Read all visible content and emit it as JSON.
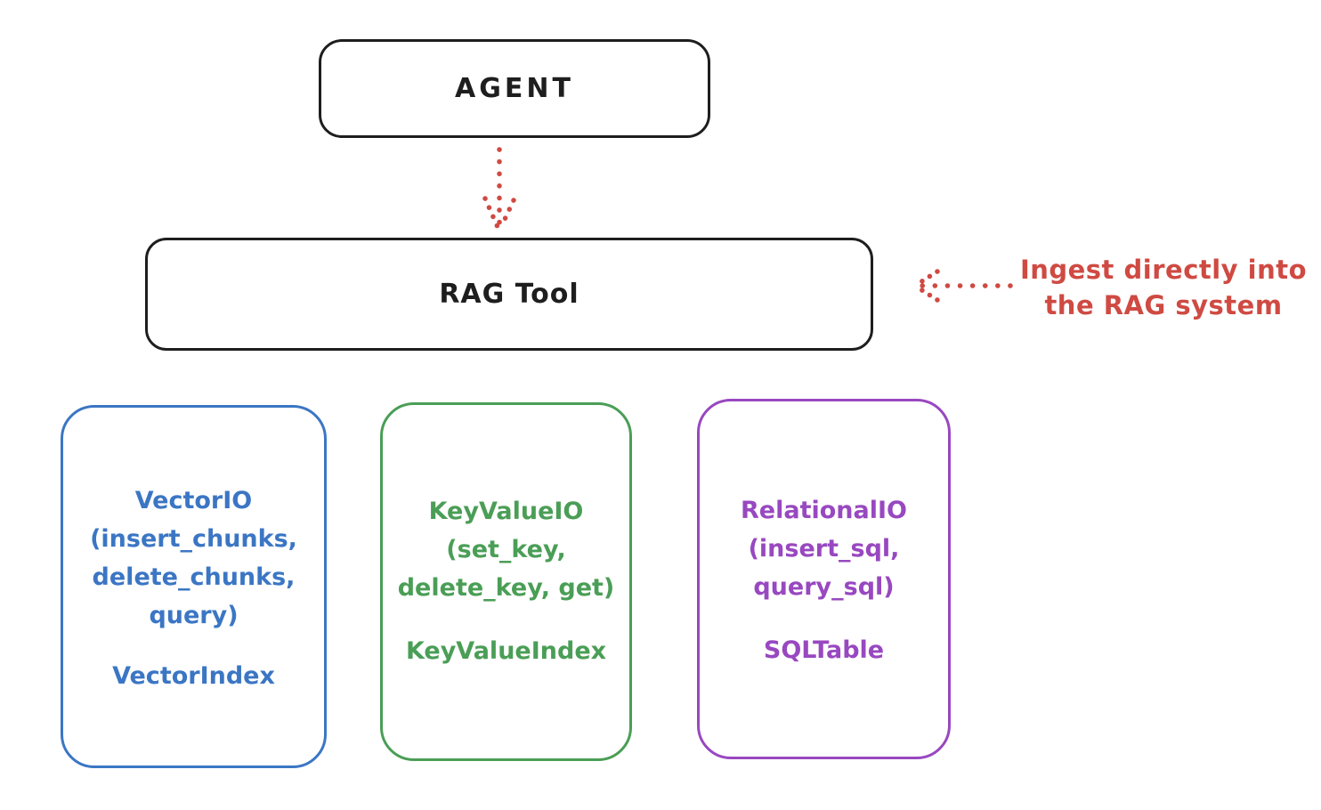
{
  "colors": {
    "black": "#1e1e1e",
    "red": "#cf4a42",
    "blue": "#3b76c4",
    "green": "#4a9e56",
    "purple": "#9848c0"
  },
  "agent_box": {
    "label": "AGENT"
  },
  "rag_tool_box": {
    "label": "RAG Tool"
  },
  "annotation": {
    "line1": "Ingest directly into",
    "line2": "the RAG system"
  },
  "arrows": {
    "agent_to_rag": "dotted-down-arrow",
    "ingest_into_rag": "dotted-left-arrow"
  },
  "modules": {
    "vector": {
      "title": "VectorIO",
      "line2": "(insert_chunks,",
      "line3": "delete_chunks,",
      "line4": "query)",
      "index": "VectorIndex"
    },
    "keyvalue": {
      "title": "KeyValueIO",
      "line2": "(set_key,",
      "line3": "delete_key, get)",
      "index": "KeyValueIndex"
    },
    "relational": {
      "title": "RelationalIO",
      "line2": "(insert_sql,",
      "line3": "query_sql)",
      "index": "SQLTable"
    }
  }
}
